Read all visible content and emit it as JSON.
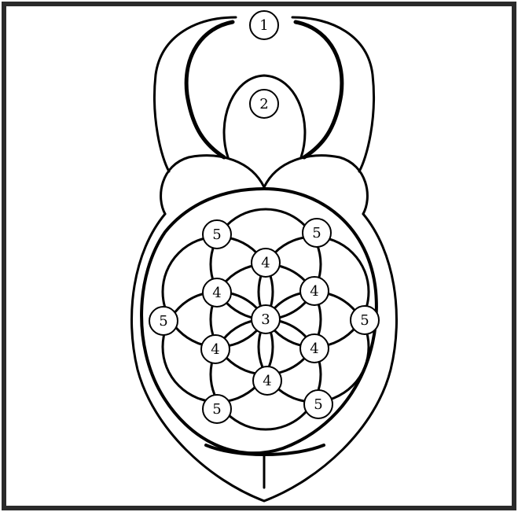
{
  "diagram": {
    "colors": {
      "stroke": "#000000",
      "background": "#ffffff"
    },
    "labels": {
      "top": "1",
      "inner_loop": "2",
      "center": "3",
      "inner_ring": [
        "4",
        "4",
        "4",
        "4",
        "4",
        "4"
      ],
      "outer_ring": [
        "5",
        "5",
        "5",
        "5",
        "5",
        "5"
      ]
    }
  }
}
